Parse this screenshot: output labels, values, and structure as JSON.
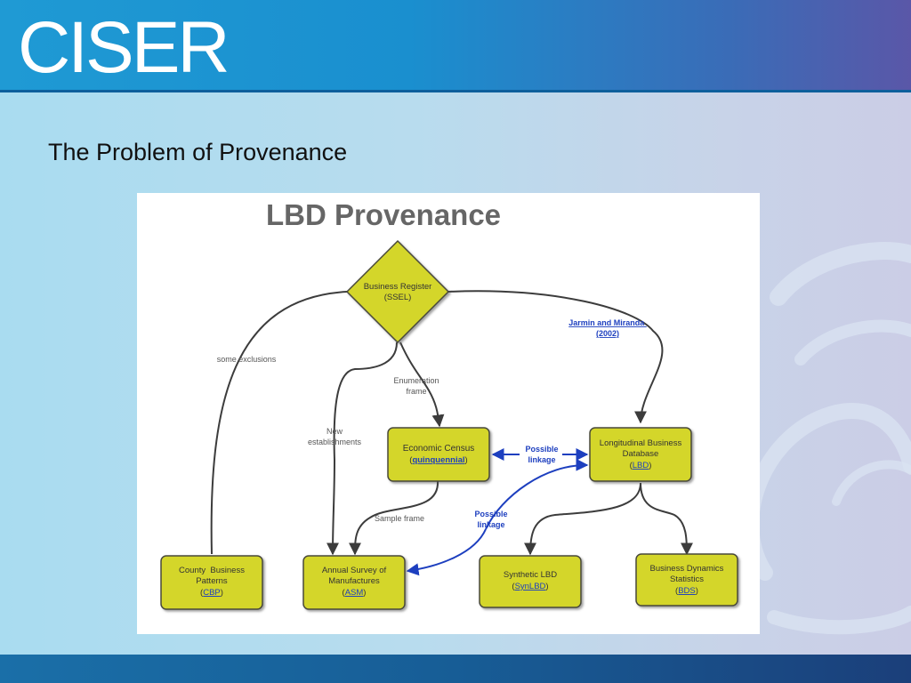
{
  "header": {
    "logo_text": "CISER"
  },
  "slide": {
    "title": "The Problem of Provenance"
  },
  "diagram": {
    "title": "LBD Provenance",
    "register": {
      "line1": "Business Register",
      "line2": "(SSEL)"
    },
    "nodes": {
      "economic_census": {
        "line1": "Economic Census",
        "pre": "(",
        "link": "quinquennial",
        "post": ")"
      },
      "lbd": {
        "line1": "Longitudinal Business",
        "line2": "Database",
        "pre": "(",
        "link": "LBD",
        "post": ")"
      },
      "cbp": {
        "line1": "County  Business",
        "line2": "Patterns",
        "pre": "(",
        "link": "CBP",
        "post": ")"
      },
      "asm": {
        "line1": "Annual Survey of",
        "line2": "Manufactures",
        "pre": "(",
        "link": "ASM",
        "post": ")"
      },
      "synlbd": {
        "line1": "Synthetic LBD",
        "pre": "(",
        "link": "SynLBD",
        "post": ")"
      },
      "bds": {
        "line1": "Business Dynamics",
        "line2": "Statistics",
        "pre": "(",
        "link": "BDS",
        "post": ")"
      }
    },
    "edge_labels": {
      "some_exclusions": "some exclusions",
      "enumeration_1": "Enumeration",
      "enumeration_2": "frame",
      "new_1": "New",
      "new_2": "establishments",
      "sample_frame": "Sample frame",
      "possible_1_a": "Possible",
      "possible_1_b": "linkage",
      "possible_2_a": "Possible",
      "possible_2_b": "linkage"
    },
    "citation": {
      "line1": "Jarmin and Miranda ",
      "line2": "(2002)"
    }
  },
  "colors": {
    "node_fill": "#d4d62a",
    "node_border": "#4a4a3a",
    "link_blue": "#1d3fbf",
    "title_gray": "#666666"
  }
}
